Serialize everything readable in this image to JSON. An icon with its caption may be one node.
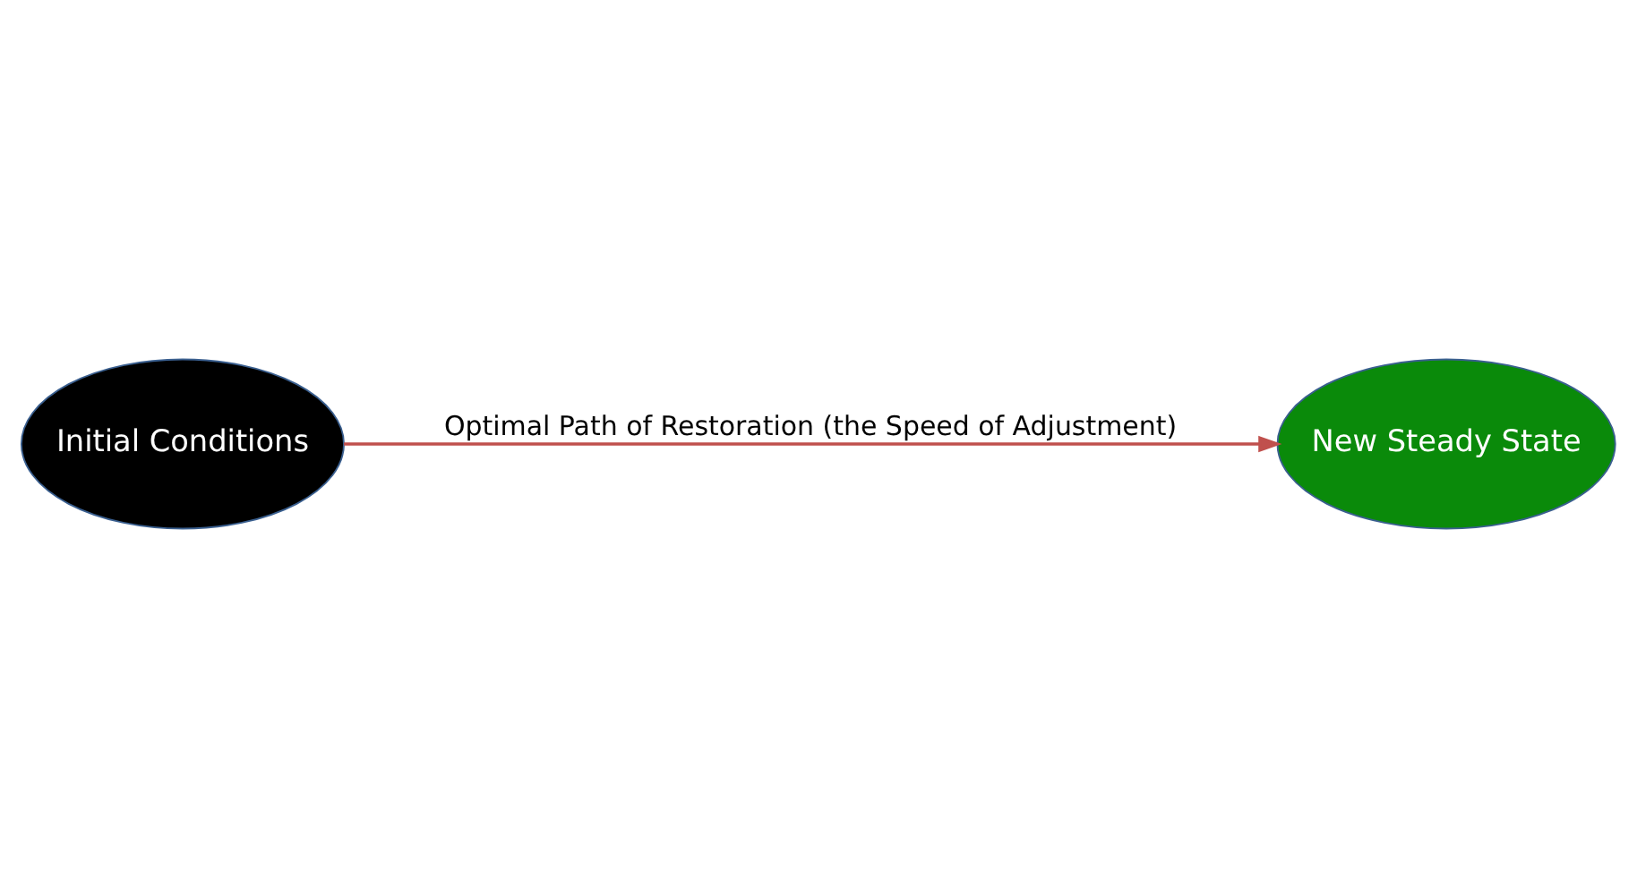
{
  "diagram": {
    "nodes": [
      {
        "text": [
          "Initial Conditions"
        ]
      },
      {
        "text": [
          "New Steady State"
        ]
      }
    ],
    "edges": [
      {
        "from": 0,
        "to": 1,
        "arrow": "to",
        "label": "Optimal Path of Restoration (the Speed of Adjustment)"
      }
    ]
  }
}
